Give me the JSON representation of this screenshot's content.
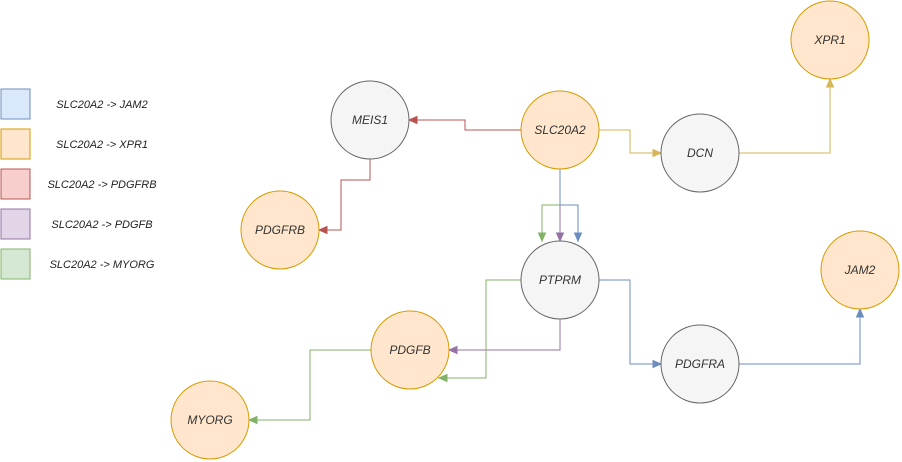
{
  "legend": [
    {
      "label": "SLC20A2 -> JAM2",
      "fill": "#dae8fc",
      "stroke": "#6c8ebf"
    },
    {
      "label": "SLC20A2 -> XPR1",
      "fill": "#ffe6cc",
      "stroke": "#d79b00"
    },
    {
      "label": "SLC20A2 -> PDGFRB",
      "fill": "#f8cecc",
      "stroke": "#b85450"
    },
    {
      "label": "SLC20A2 -> PDGFB",
      "fill": "#e1d5e7",
      "stroke": "#9673a6"
    },
    {
      "label": "SLC20A2 -> MYORG",
      "fill": "#d5e8d4",
      "stroke": "#82b366"
    }
  ],
  "nodes": {
    "slc20a2": {
      "label": "SLC20A2",
      "style": "highlight"
    },
    "meis1": {
      "label": "MEIS1",
      "style": "intermediate"
    },
    "dcn": {
      "label": "DCN",
      "style": "intermediate"
    },
    "xpr1": {
      "label": "XPR1",
      "style": "highlight"
    },
    "pdgfrb": {
      "label": "PDGFRB",
      "style": "highlight"
    },
    "ptprm": {
      "label": "PTPRM",
      "style": "intermediate"
    },
    "jam2": {
      "label": "JAM2",
      "style": "highlight"
    },
    "pdgfb": {
      "label": "PDGFB",
      "style": "highlight"
    },
    "pdgfra": {
      "label": "PDGFRA",
      "style": "intermediate"
    },
    "myorg": {
      "label": "MYORG",
      "style": "highlight"
    }
  },
  "node_styles": {
    "highlight": {
      "fill": "#ffe6cc",
      "stroke": "#d79b00"
    },
    "intermediate": {
      "fill": "#f5f5f5",
      "stroke": "#666666"
    }
  },
  "edges": [
    {
      "from": "slc20a2",
      "to": "meis1",
      "color": "#b85450"
    },
    {
      "from": "meis1",
      "to": "pdgfrb",
      "color": "#b85450"
    },
    {
      "from": "slc20a2",
      "to": "dcn",
      "color": "#d6b656"
    },
    {
      "from": "dcn",
      "to": "xpr1",
      "color": "#d6b656"
    },
    {
      "from": "slc20a2",
      "to": "ptprm",
      "color": "#82b366"
    },
    {
      "from": "slc20a2",
      "to": "ptprm",
      "color": "#9673a6"
    },
    {
      "from": "slc20a2",
      "to": "ptprm",
      "color": "#6c8ebf"
    },
    {
      "from": "ptprm",
      "to": "pdgfb",
      "color": "#9673a6"
    },
    {
      "from": "ptprm",
      "to": "pdgfb",
      "color": "#82b366"
    },
    {
      "from": "pdgfb",
      "to": "myorg",
      "color": "#82b366"
    },
    {
      "from": "ptprm",
      "to": "pdgfra",
      "color": "#6c8ebf"
    },
    {
      "from": "pdgfra",
      "to": "jam2",
      "color": "#6c8ebf"
    }
  ]
}
